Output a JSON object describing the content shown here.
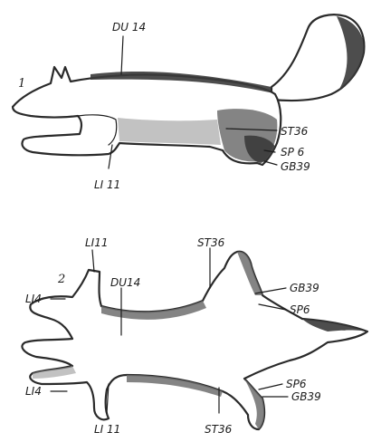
{
  "figure": {
    "panel_1": {
      "number": "1",
      "labels": {
        "du14": "DU 14",
        "st36": "ST36",
        "sp6": "SP 6",
        "gb39": "GB39",
        "li11": "LI 11"
      }
    },
    "panel_2": {
      "number": "2",
      "labels": {
        "li11_top": "LI11",
        "st36_top": "ST36",
        "du14": "DU14",
        "li4_top": "LI4",
        "gb39_top": "GB39",
        "sp6_top": "SP6",
        "li4_bottom": "LI4",
        "sp6_bottom": "SP6",
        "gb39_bottom": "GB39",
        "li11_bottom": "LI 11",
        "st36_bottom": "ST36"
      }
    }
  }
}
